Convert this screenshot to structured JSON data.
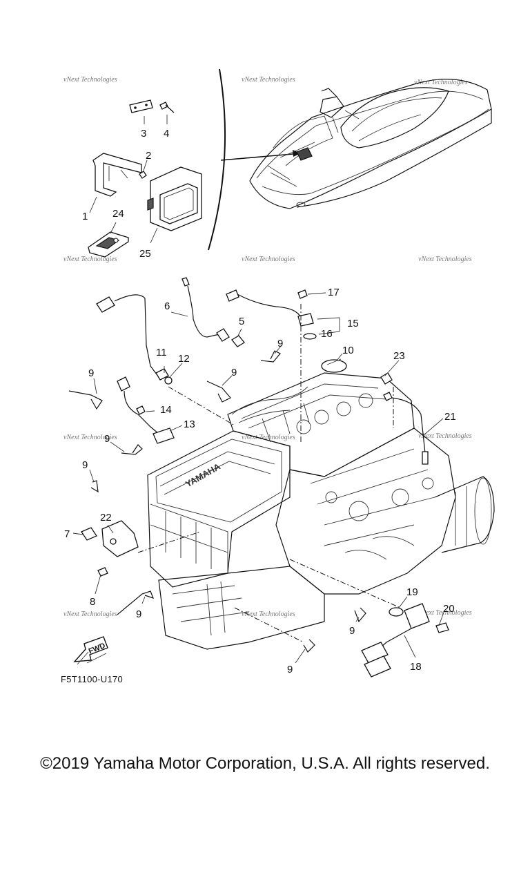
{
  "watermark": "vNext Technologies",
  "diagram_code": "F5T1100-U170",
  "fwd_label": "FWD",
  "copyright": "©2019 Yamaha Motor Corporation, U.S.A. All rights reserved.",
  "engine_brand": "YAMAHA",
  "callouts": [
    "1",
    "2",
    "3",
    "4",
    "5",
    "6",
    "9",
    "9",
    "9",
    "9",
    "9",
    "9",
    "9",
    "9",
    "7",
    "8",
    "10",
    "11",
    "12",
    "13",
    "14",
    "15",
    "16",
    "17",
    "18",
    "19",
    "20",
    "21",
    "22",
    "23",
    "24",
    "25"
  ]
}
